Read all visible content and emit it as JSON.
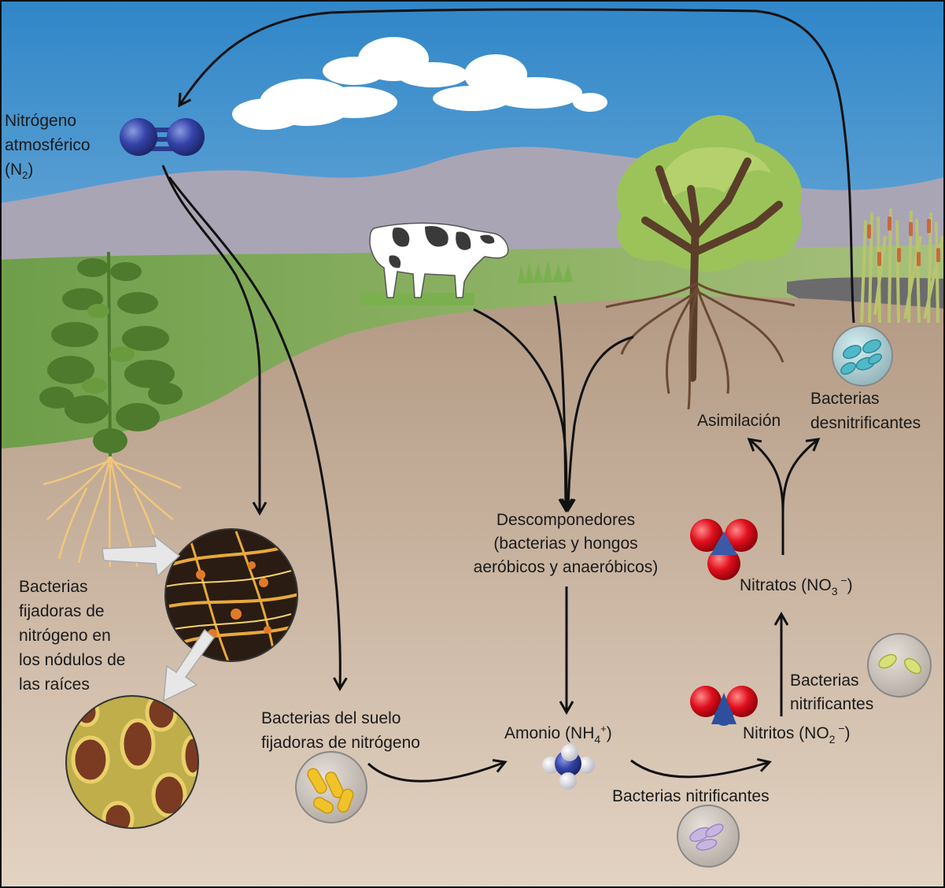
{
  "labels": {
    "atmos_line1": "Nitrógeno",
    "atmos_line2": "atmosférico",
    "atmos_line3_pre": "(N",
    "atmos_line3_sub": "2",
    "atmos_line3_post": ")",
    "nodule_line1": "Bacterias",
    "nodule_line2": "fijadoras de",
    "nodule_line3": "nitrógeno en",
    "nodule_line4": "los nódulos de",
    "nodule_line5": "las raíces",
    "soil_line1": "Bacterias del suelo",
    "soil_line2": "fijadoras de nitrógeno",
    "decomp_line1": "Descomponedores",
    "decomp_line2": "(bacterias y hongos",
    "decomp_line3": "aeróbicos y anaeróbicos)",
    "ammonium_pre": "Amonio (NH",
    "ammonium_sub": "4",
    "ammonium_sup": "+",
    "ammonium_post": ")",
    "nitrifying_bottom": "Bacterias nitrificantes",
    "nitrites_pre": "Nitritos (NO",
    "nitrites_sub": "2",
    "nitrites_sup": " −",
    "nitrites_post": ")",
    "nitrifying_side_line1": "Bacterias",
    "nitrifying_side_line2": "nitrificantes",
    "nitrates_pre": "Nitratos (NO",
    "nitrates_sub": "3",
    "nitrates_sup": " −",
    "nitrates_post": ")",
    "assimilation": "Asimilación",
    "denitrifying_line1": "Bacterias",
    "denitrifying_line2": "desnitrificantes"
  },
  "colors": {
    "sky_top": "#2f86c8",
    "sky_bottom": "#dfeef7",
    "mountain": "#a8a4b4",
    "grass": "#7aa653",
    "soil": "#bfa58d",
    "arrow": "#111111",
    "n2_molecule": "#2b3a8f",
    "oxygen": "#d3101e",
    "nitrogen_atom": "#2d4f9e"
  }
}
